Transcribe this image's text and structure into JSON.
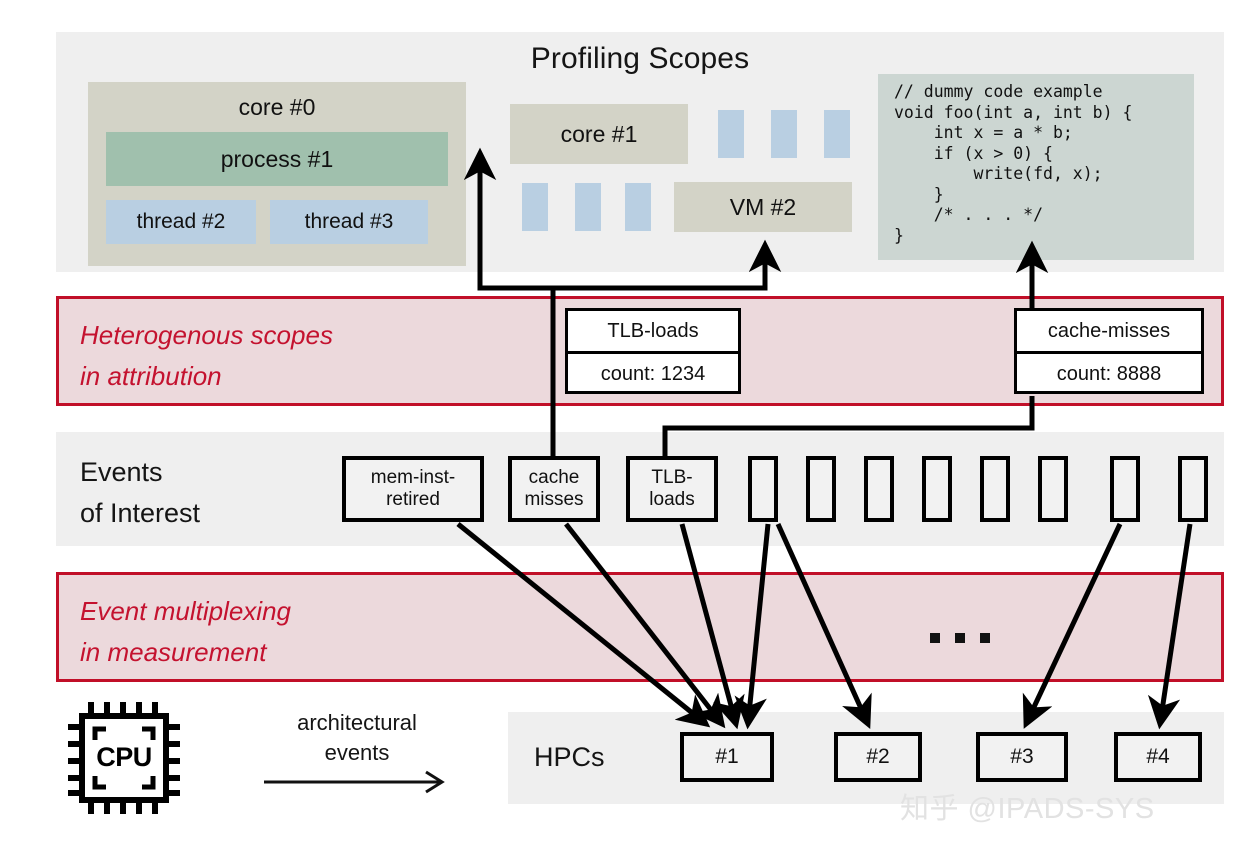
{
  "diagram": {
    "title": "Profiling Scopes",
    "watermark": "知乎 @IPADS-SYS"
  },
  "scopes": {
    "core0": {
      "label": "core #0",
      "process": "process #1",
      "threads": [
        "thread #2",
        "thread #3"
      ]
    },
    "core1": {
      "label": "core #1"
    },
    "vm": {
      "label": "VM #2"
    },
    "code": "// dummy code example\nvoid foo(int a, int b) {\n    int x = a * b;\n    if (x > 0) {\n        write(fd, x);\n    }\n    /* . . . */\n}"
  },
  "bands": {
    "attribution": "Heterogenous scopes\nin attribution",
    "multiplexing": "Event multiplexing\nin measurement",
    "events_label": "Events\nof Interest",
    "hpcs_label": "HPCs"
  },
  "counters": [
    {
      "name": "TLB-loads",
      "count": "count: 1234"
    },
    {
      "name": "cache-misses",
      "count": "count: 8888"
    }
  ],
  "events": [
    {
      "label": "mem-inst-\nretired",
      "named": true
    },
    {
      "label": "cache\nmisses",
      "named": true
    },
    {
      "label": "TLB-\nloads",
      "named": true
    },
    {
      "label": "",
      "named": false
    },
    {
      "label": "",
      "named": false
    },
    {
      "label": "",
      "named": false
    },
    {
      "label": "",
      "named": false
    },
    {
      "label": "",
      "named": false
    },
    {
      "label": "",
      "named": false
    },
    {
      "label": "",
      "named": false
    },
    {
      "label": "",
      "named": false
    }
  ],
  "hpcs": [
    "#1",
    "#2",
    "#3",
    "#4"
  ],
  "cpu": {
    "chip_label": "CPU",
    "arrow_label": "architectural\nevents"
  },
  "colors": {
    "band_grey": "#efefef",
    "band_red_fill": "#ecd9dc",
    "band_red_stroke": "#c10f28",
    "red_text": "#c4122f",
    "scope_tan": "#d3d3c7",
    "process_green": "#a0c0ad",
    "thread_blue": "#b9cfe2",
    "code_bg": "#ccd6d2"
  }
}
